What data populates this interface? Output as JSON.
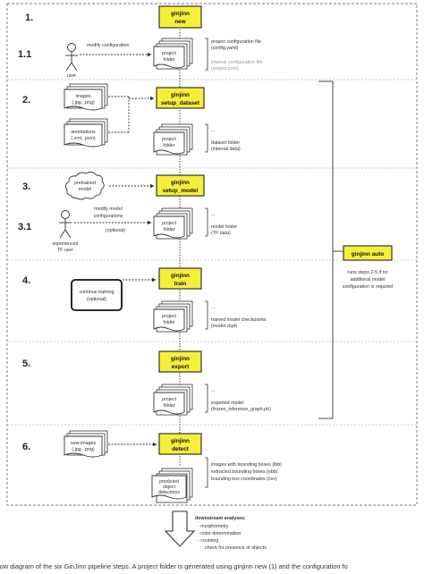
{
  "steps": [
    {
      "number": "1.",
      "command": [
        "ginjinn",
        "new"
      ]
    },
    {
      "number": "1.1"
    },
    {
      "number": "2.",
      "command": [
        "ginjinn",
        "setup_dataset"
      ]
    },
    {
      "number": "3.",
      "command": [
        "ginjinn",
        "setup_model"
      ]
    },
    {
      "number": "3.1"
    },
    {
      "number": "4.",
      "command": [
        "ginjinn",
        "train"
      ]
    },
    {
      "number": "5.",
      "command": [
        "ginjinn",
        "export"
      ]
    },
    {
      "number": "6.",
      "command": [
        "ginjinn",
        "detect"
      ]
    }
  ],
  "project_folder": [
    "project",
    "folder"
  ],
  "predicted_folder": [
    "predicted",
    "object",
    "detections"
  ],
  "actors": {
    "user": {
      "label": "user",
      "action": "modify configuration"
    },
    "experienced_user": {
      "label": [
        "experienced",
        "TF user"
      ],
      "action": [
        "modify model",
        "configurations",
        "(optional)"
      ]
    }
  },
  "inputs": {
    "images": [
      "images",
      "(.jpg, .png)"
    ],
    "annotations": [
      "annotations",
      "(.xml, .json)"
    ],
    "pretrained": [
      "pretrained",
      "model"
    ],
    "new_images": [
      "new images",
      "(.jpg, .png)"
    ],
    "continue_training": [
      "continue training",
      "(optional)"
    ]
  },
  "outputs": {
    "step1": {
      "lines": [
        "project configuration file",
        "(config.yaml)"
      ],
      "grey_lines": [
        "internal configuration file",
        "(project.json)"
      ]
    },
    "step2": {
      "lines": [
        "...",
        "dataset folder",
        "(internal data)"
      ]
    },
    "step3": {
      "lines": [
        "...",
        "model folder",
        "(TF data)"
      ]
    },
    "step4": {
      "lines": [
        "...",
        "trained model checkpoints",
        "(model.ckpt)"
      ]
    },
    "step5": {
      "lines": [
        "...",
        "exported model",
        "(frozen_inference_graph.pb)"
      ]
    },
    "step6": {
      "lines": [
        "images with bounding boxes (ibb)",
        "extracted bounding boxes (ebb)",
        "bounding box coordinates (csv)"
      ]
    }
  },
  "auto": {
    "command": "ginjinn auto",
    "description": [
      "runs steps 2-5 if no",
      "additional model",
      "configuration is required"
    ]
  },
  "downstream": {
    "title": "downstream analyses:",
    "items": [
      "- morphometry",
      "- color determination",
      "- counting",
      "check for presence of objects"
    ]
  },
  "caption": "low diagram of the six GinJinn pipeline steps. A project folder is generated using ginjinn new (1) and the configuration fo",
  "colors": {
    "command_fill": "#f5ef3a",
    "command_border": "#333333",
    "dashed_border": "#777777",
    "step_divider": "#bbbbbb",
    "arrow": "#333333"
  }
}
